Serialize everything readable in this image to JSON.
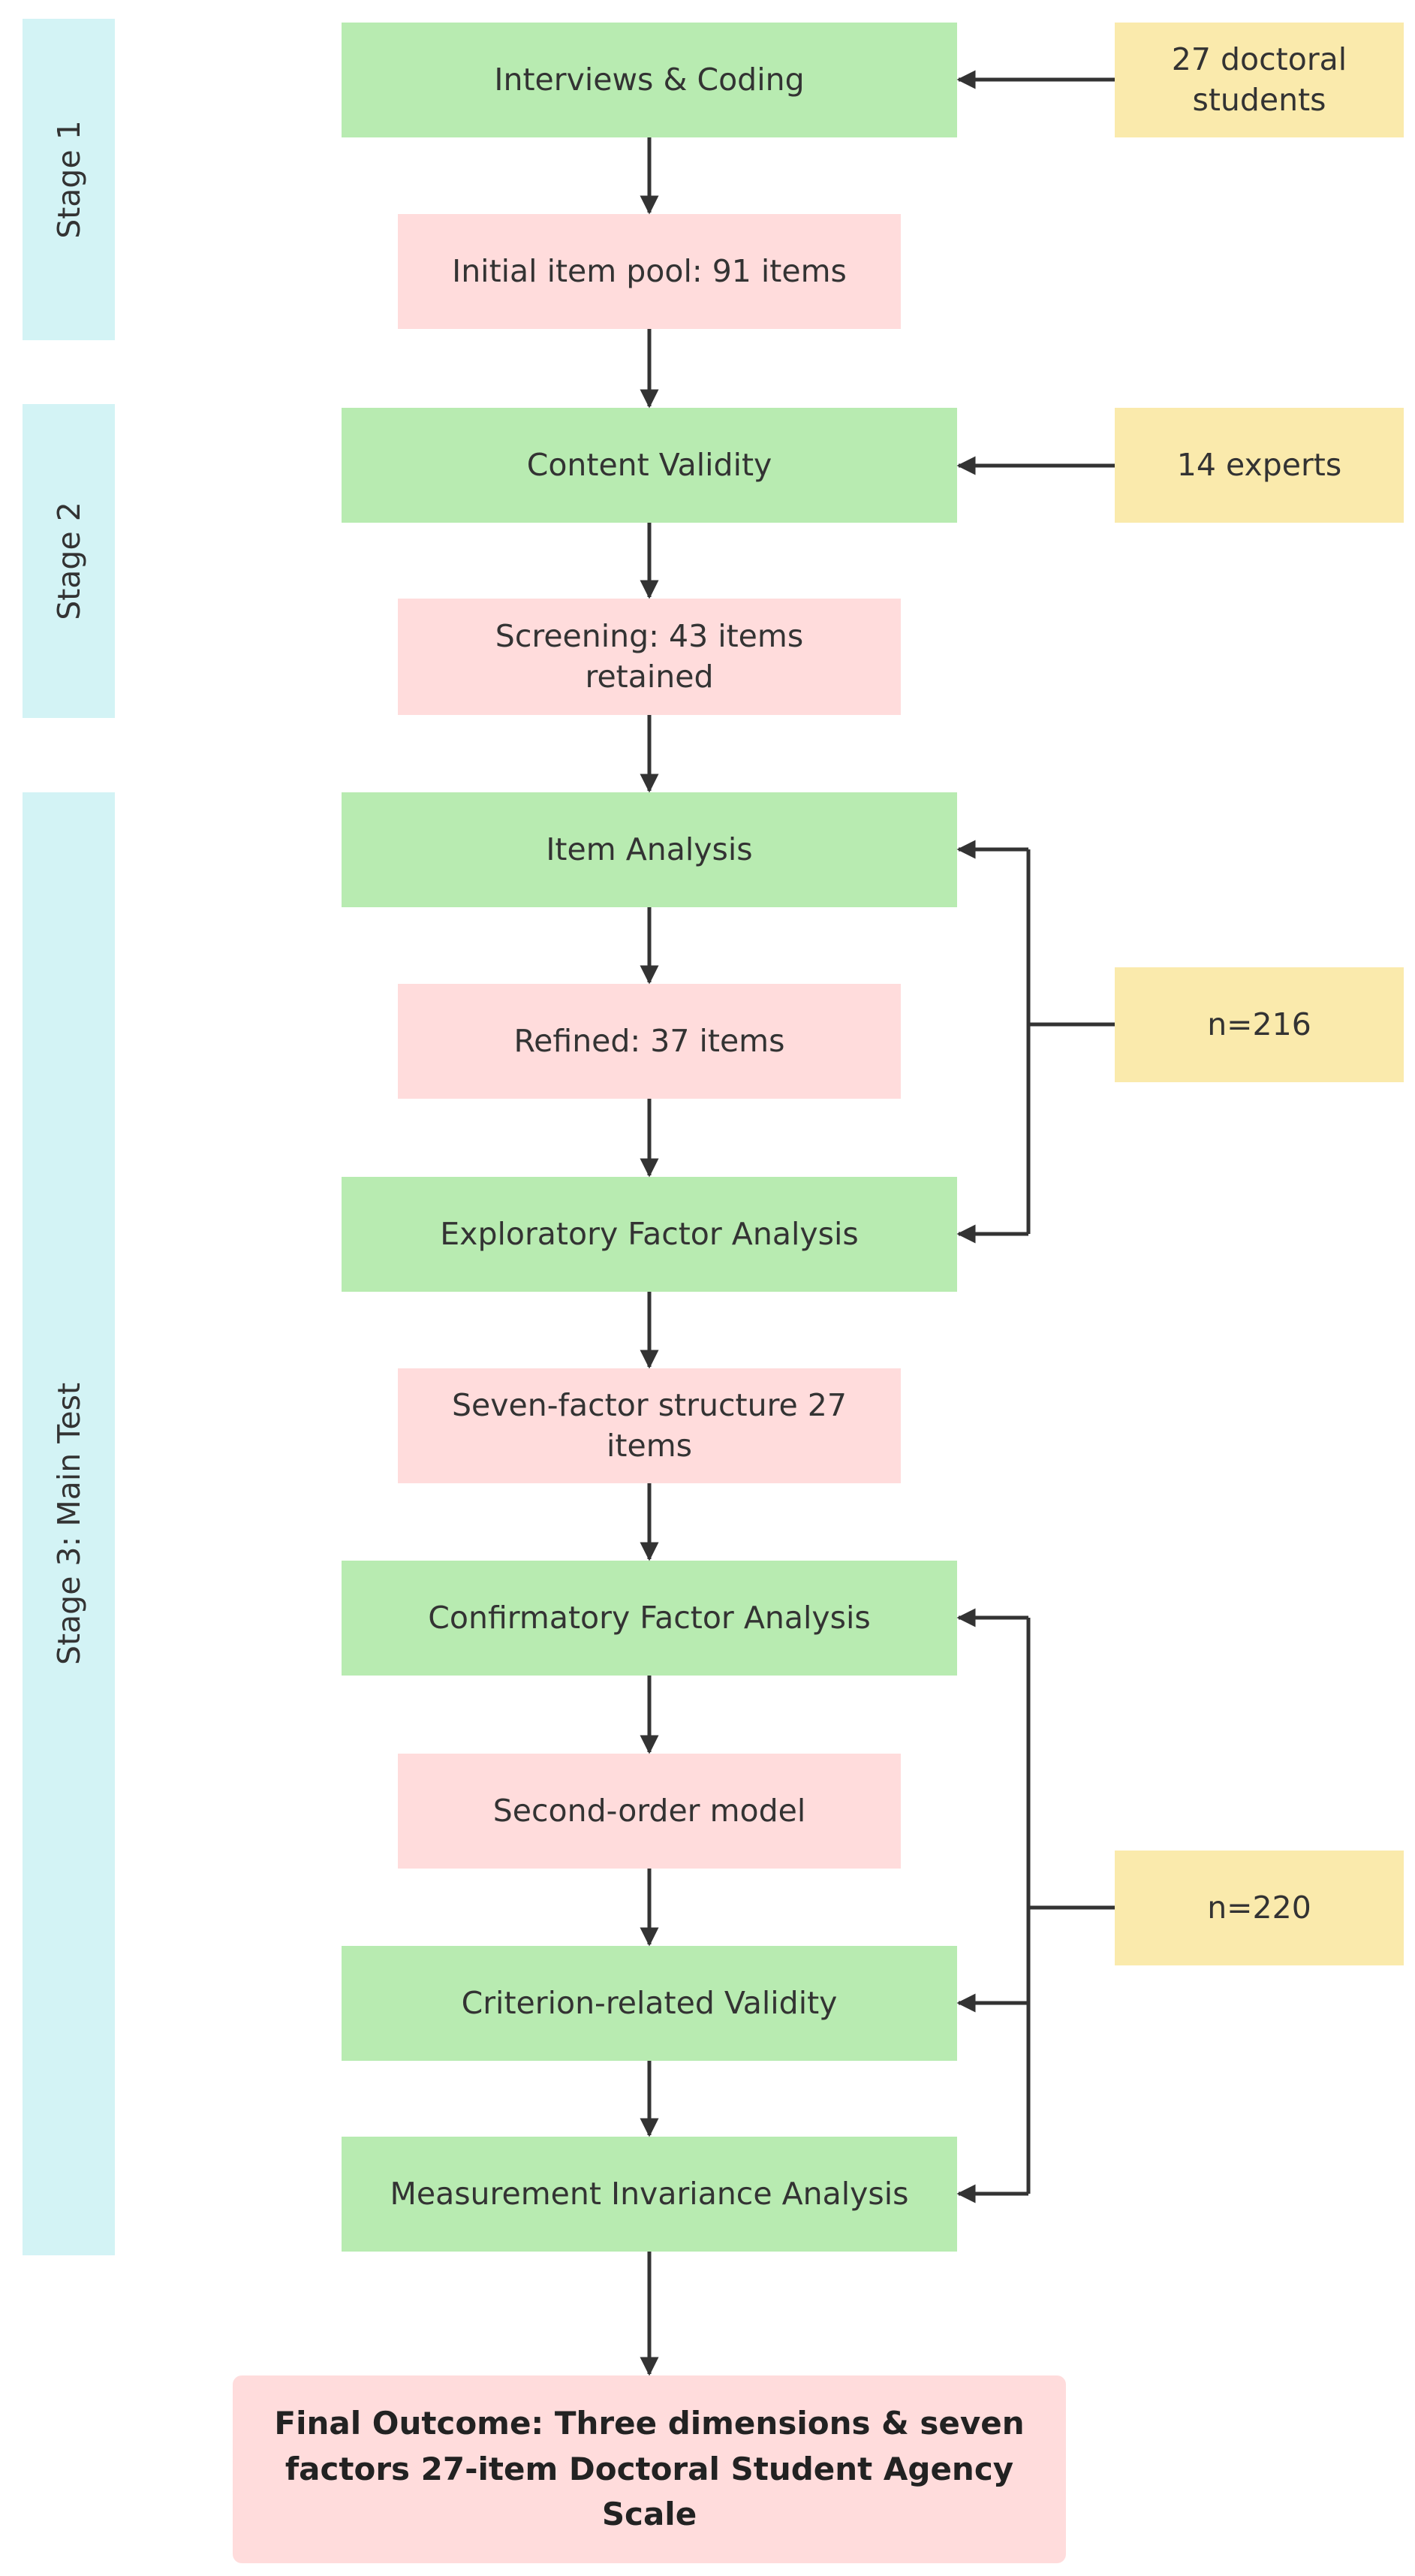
{
  "stages": {
    "stage1": "Stage 1",
    "stage2": "Stage 2",
    "stage3": "Stage 3: Main Test"
  },
  "steps": {
    "interviews_coding": "Interviews & Coding",
    "initial_pool": "Initial item pool: 91 items",
    "content_validity": "Content Validity",
    "screening": "Screening: 43 items retained",
    "item_analysis": "Item Analysis",
    "refined": "Refined: 37 items",
    "efa": "Exploratory Factor Analysis",
    "seven_factor": "Seven-factor structure 27 items",
    "cfa": "Confirmatory Factor Analysis",
    "second_order": "Second-order model",
    "criterion_validity": "Criterion-related Validity",
    "measurement_invariance": "Measurement Invariance Analysis",
    "final_outcome": "Final Outcome: Three dimensions & seven factors 27-item Doctoral Student Agency Scale"
  },
  "inputs": {
    "doctoral_students": "27 doctoral students",
    "experts": "14 experts",
    "sample_efa": "n=216",
    "sample_cfa": "n=220"
  },
  "colors": {
    "process": "#b8ebb1",
    "result": "#ffdcdc",
    "input": "#faeaac",
    "stage": "#d3f3f5",
    "connector": "#333333"
  }
}
